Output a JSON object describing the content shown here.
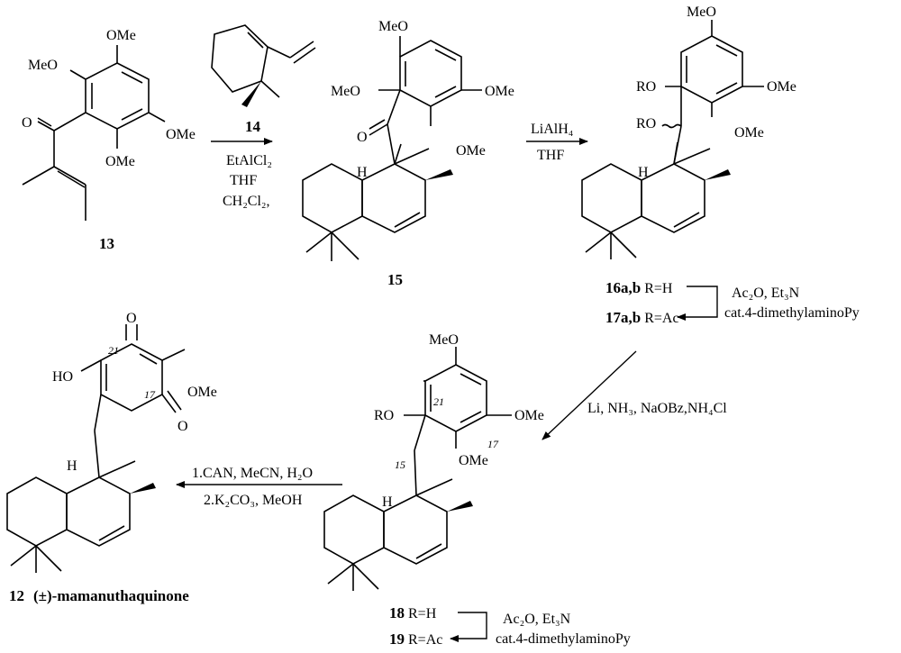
{
  "substituents": {
    "ome": "OMe",
    "meo": "MeO",
    "o": "O",
    "ro": "RO",
    "ho": "HO",
    "h": "H"
  },
  "positions": {
    "p21": "21",
    "p17": "17",
    "p15": "15"
  },
  "compounds": {
    "c13": "13",
    "c14": "14",
    "c15": "15",
    "c16": "16a,b",
    "c16_r": " R=H",
    "c17": "17a,b",
    "c17_r": " R=Ac",
    "c18": "18",
    "c18_r": " R=H",
    "c19": "19",
    "c19_r": " R=Ac",
    "c12": "12",
    "c12_name": "(±)-mamanuthaquinone"
  },
  "conditions": {
    "step1": [
      "EtAlCl₂",
      "THF",
      "CH₂Cl₂,"
    ],
    "step2_top": "LiAlH₄",
    "step2_bottom": "THF",
    "acetylation": [
      "Ac₂O, Et₃N",
      "cat.4-dimethylaminoPy"
    ],
    "reduction": "Li, NH₃, NaOBz,NH₄Cl",
    "oxidation": [
      "1.CAN, MeCN, H₂O",
      "2.K₂CO₃, MeOH"
    ]
  }
}
